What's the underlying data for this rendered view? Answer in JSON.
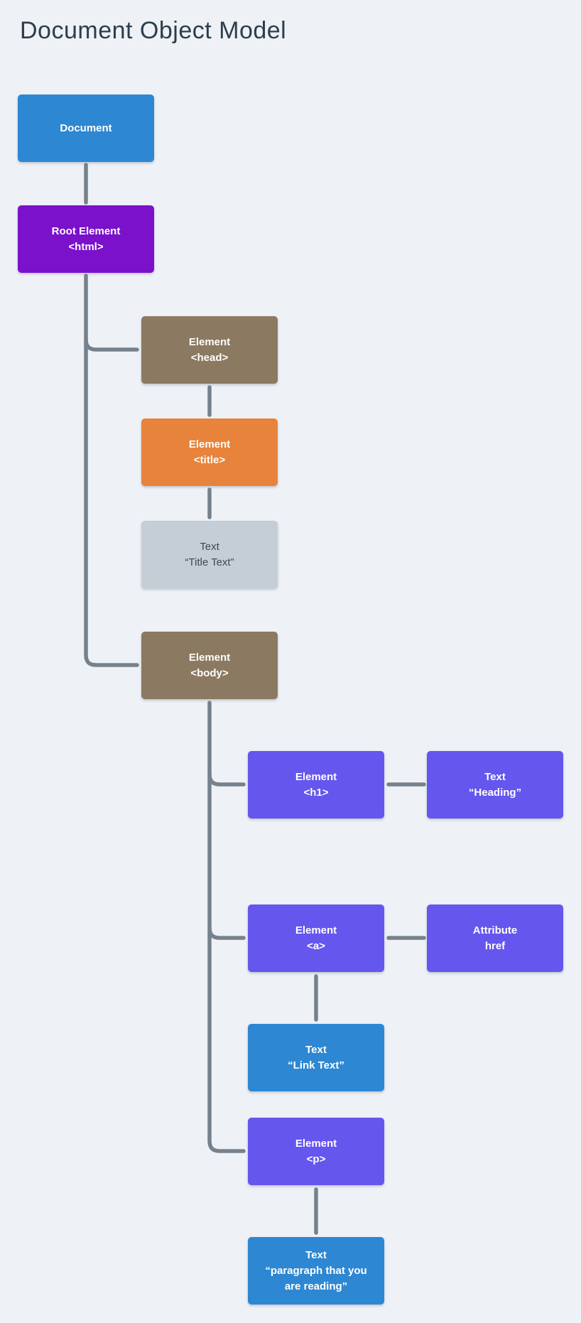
{
  "title": "Document Object Model",
  "palette": {
    "background": "#eef1f5",
    "title_text": "#2d3e4c",
    "document_blue": "#2e87d2",
    "root_purple": "#7b11cb",
    "structure_brown": "#8b7a61",
    "title_orange": "#e8833c",
    "text_gray": "#c5ced7",
    "element_indigo": "#6556ee",
    "connector_gray": "#75828d"
  },
  "nodes": {
    "document": {
      "lines": [
        "Document"
      ]
    },
    "root_element": {
      "lines": [
        "Root Element",
        "<html>"
      ]
    },
    "head": {
      "lines": [
        "Element",
        "<head>"
      ]
    },
    "title_element": {
      "lines": [
        "Element",
        "<title>"
      ]
    },
    "title_text": {
      "lines": [
        "Text",
        "“Title Text”"
      ]
    },
    "body_element": {
      "lines": [
        "Element",
        "<body>"
      ]
    },
    "h1_element": {
      "lines": [
        "Element",
        "<h1>"
      ]
    },
    "heading_text": {
      "lines": [
        "Text",
        "“Heading”"
      ]
    },
    "a_element": {
      "lines": [
        "Element",
        "<a>"
      ]
    },
    "href_attribute": {
      "lines": [
        "Attribute",
        "href"
      ]
    },
    "link_text": {
      "lines": [
        "Text",
        "“Link Text”"
      ]
    },
    "p_element": {
      "lines": [
        "Element",
        "<p>"
      ]
    },
    "paragraph_text": {
      "lines": [
        "Text",
        "“paragraph that you are reading”"
      ]
    }
  }
}
